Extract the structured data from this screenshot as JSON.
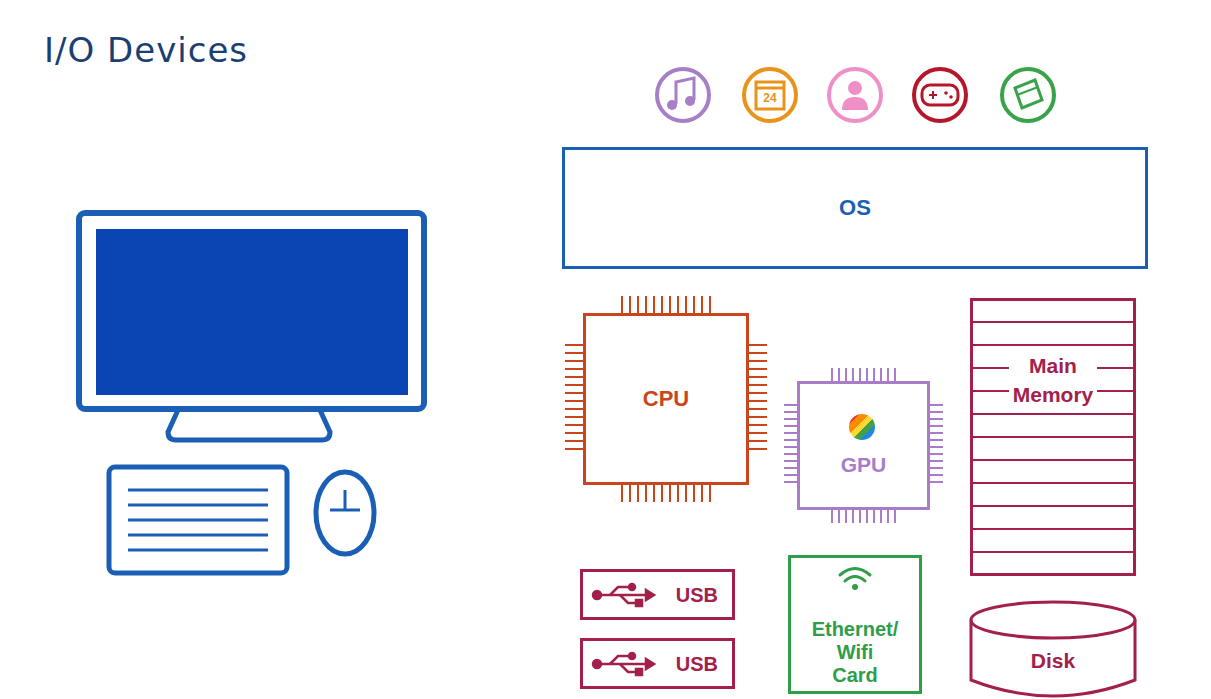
{
  "diagram": {
    "title": "I/O Devices",
    "nodes": [
      {
        "text": [
          "OS"
        ]
      },
      {
        "text": [
          "CPU"
        ]
      },
      {
        "text": [
          "GPU"
        ]
      },
      {
        "text": [
          "Main Memory"
        ]
      },
      {
        "text": [
          "USB"
        ]
      },
      {
        "text": [
          "USB"
        ]
      },
      {
        "text": [
          "Ethernet/ Wifi Card"
        ]
      },
      {
        "text": [
          "Disk"
        ]
      }
    ],
    "labels": [
      "24"
    ]
  }
}
